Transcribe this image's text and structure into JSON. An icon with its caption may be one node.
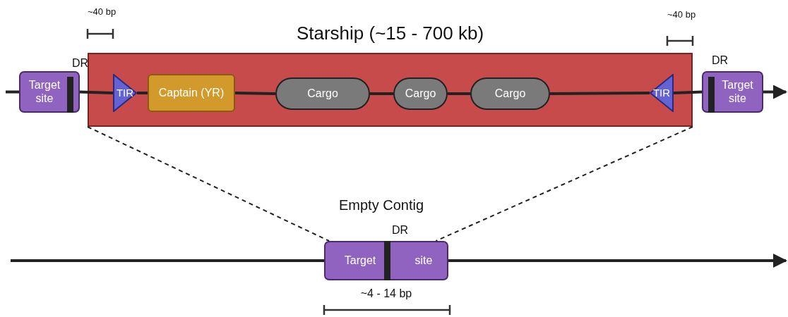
{
  "diagram": {
    "nodes": [
      {
        "text": [
          "Starship (~15 - 700 kb)"
        ]
      },
      {
        "text": [
          "Target site"
        ],
        "beside": [
          "DR"
        ]
      },
      {
        "text": [
          "TIR"
        ],
        "in": 0
      },
      {
        "text": [
          "Captain (YR)"
        ],
        "in": 0
      },
      {
        "text": [
          "Cargo"
        ],
        "in": 0
      },
      {
        "text": [
          "Cargo"
        ],
        "in": 0
      },
      {
        "text": [
          "Cargo"
        ],
        "in": 0
      },
      {
        "text": [
          "TIR"
        ],
        "in": 0
      },
      {
        "text": [
          "Target site"
        ],
        "beside": [
          "DR"
        ]
      },
      {
        "text": [
          "Target",
          "site"
        ],
        "beside": [
          "DR"
        ]
      }
    ],
    "edges": [
      {
        "from": null,
        "to": 1,
        "arrow": "none"
      },
      {
        "from": 1,
        "to": 2,
        "arrow": "none"
      },
      {
        "from": 2,
        "to": 3,
        "arrow": "none"
      },
      {
        "from": 3,
        "to": 4,
        "arrow": "none"
      },
      {
        "from": 4,
        "to": 5,
        "arrow": "none"
      },
      {
        "from": 5,
        "to": 6,
        "arrow": "none"
      },
      {
        "from": 6,
        "to": 7,
        "arrow": "none"
      },
      {
        "from": 7,
        "to": 8,
        "arrow": "none"
      },
      {
        "from": 8,
        "to": null,
        "arrow": "to"
      },
      {
        "from": 0,
        "to": 9,
        "arrow": "none",
        "style": "dashed"
      },
      {
        "from": 0,
        "to": 9,
        "arrow": "none",
        "style": "dashed"
      },
      {
        "from": null,
        "to": 9,
        "arrow": "none"
      },
      {
        "from": 9,
        "to": null,
        "arrow": "to"
      }
    ],
    "labels": [
      "~40 bp",
      "~40 bp",
      "Empty Contig",
      "~4 - 14 bp"
    ]
  }
}
